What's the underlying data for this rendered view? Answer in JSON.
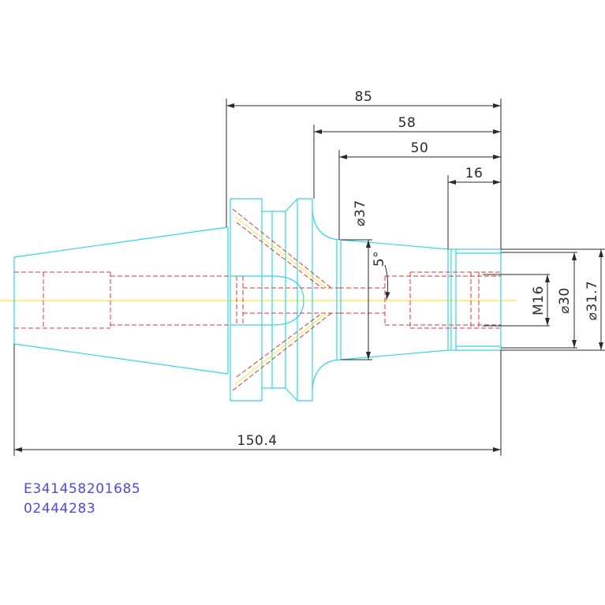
{
  "colors": {
    "background": "#ffffff",
    "outline": "#33d6e6",
    "hidden": "#e0353a",
    "centerline": "#f2ea3a",
    "dimension": "#2a2a2a",
    "code_text": "#4b4be0"
  },
  "dimensions": {
    "d85": "85",
    "d58": "58",
    "d50": "50",
    "d16": "16",
    "d150": "150.4",
    "dia37": "⌀37",
    "angle5": "5°",
    "m16": "M16",
    "dia30": "⌀30",
    "dia31": "⌀31.7"
  },
  "codes": {
    "line1": "E341458201685",
    "line2": "02444283"
  }
}
